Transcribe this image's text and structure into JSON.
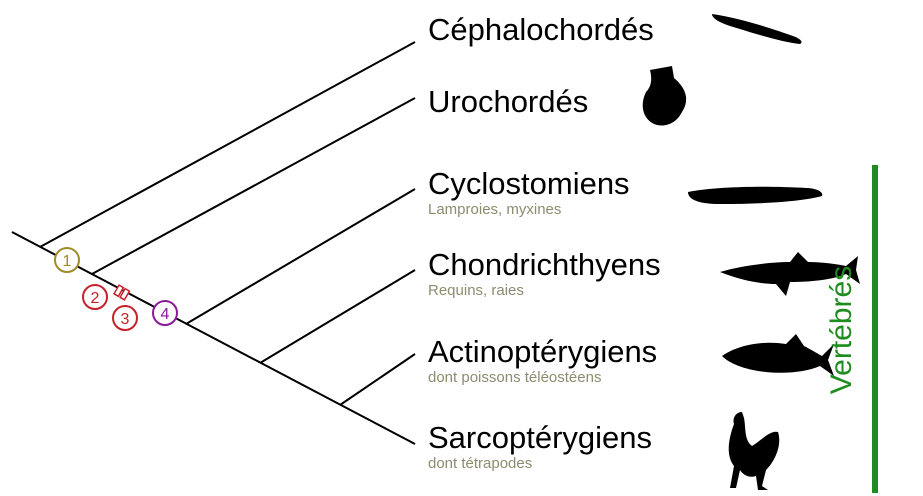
{
  "taxa": [
    {
      "name": "Céphalochordés",
      "sub": "",
      "icon": "lancelet-silhouette-icon"
    },
    {
      "name": "Urochordés",
      "sub": "",
      "icon": "sea-squirt-silhouette-icon"
    },
    {
      "name": "Cyclostomiens",
      "sub": "Lamproies, myxines",
      "icon": "lamprey-silhouette-icon"
    },
    {
      "name": "Chondrichthyens",
      "sub": "Requins, raies",
      "icon": "shark-silhouette-icon"
    },
    {
      "name": "Actinoptérygiens",
      "sub": "dont poissons téléostéens",
      "icon": "fish-silhouette-icon"
    },
    {
      "name": "Sarcoptérygiens",
      "sub": "dont tétrapodes",
      "icon": "chicken-silhouette-icon"
    }
  ],
  "markers": [
    {
      "label": "1",
      "color": "#a08a2a"
    },
    {
      "label": "2",
      "color": "#c8202a"
    },
    {
      "label": "3",
      "color": "#c8202a"
    },
    {
      "label": "4",
      "color": "#8a1a9a"
    }
  ],
  "bracket": {
    "label": "Vertébrés",
    "color": "#1e8c1e"
  },
  "colors": {
    "subtitle": "#8c8c6e",
    "lines": "#000000",
    "silhouettes": "#000000"
  }
}
